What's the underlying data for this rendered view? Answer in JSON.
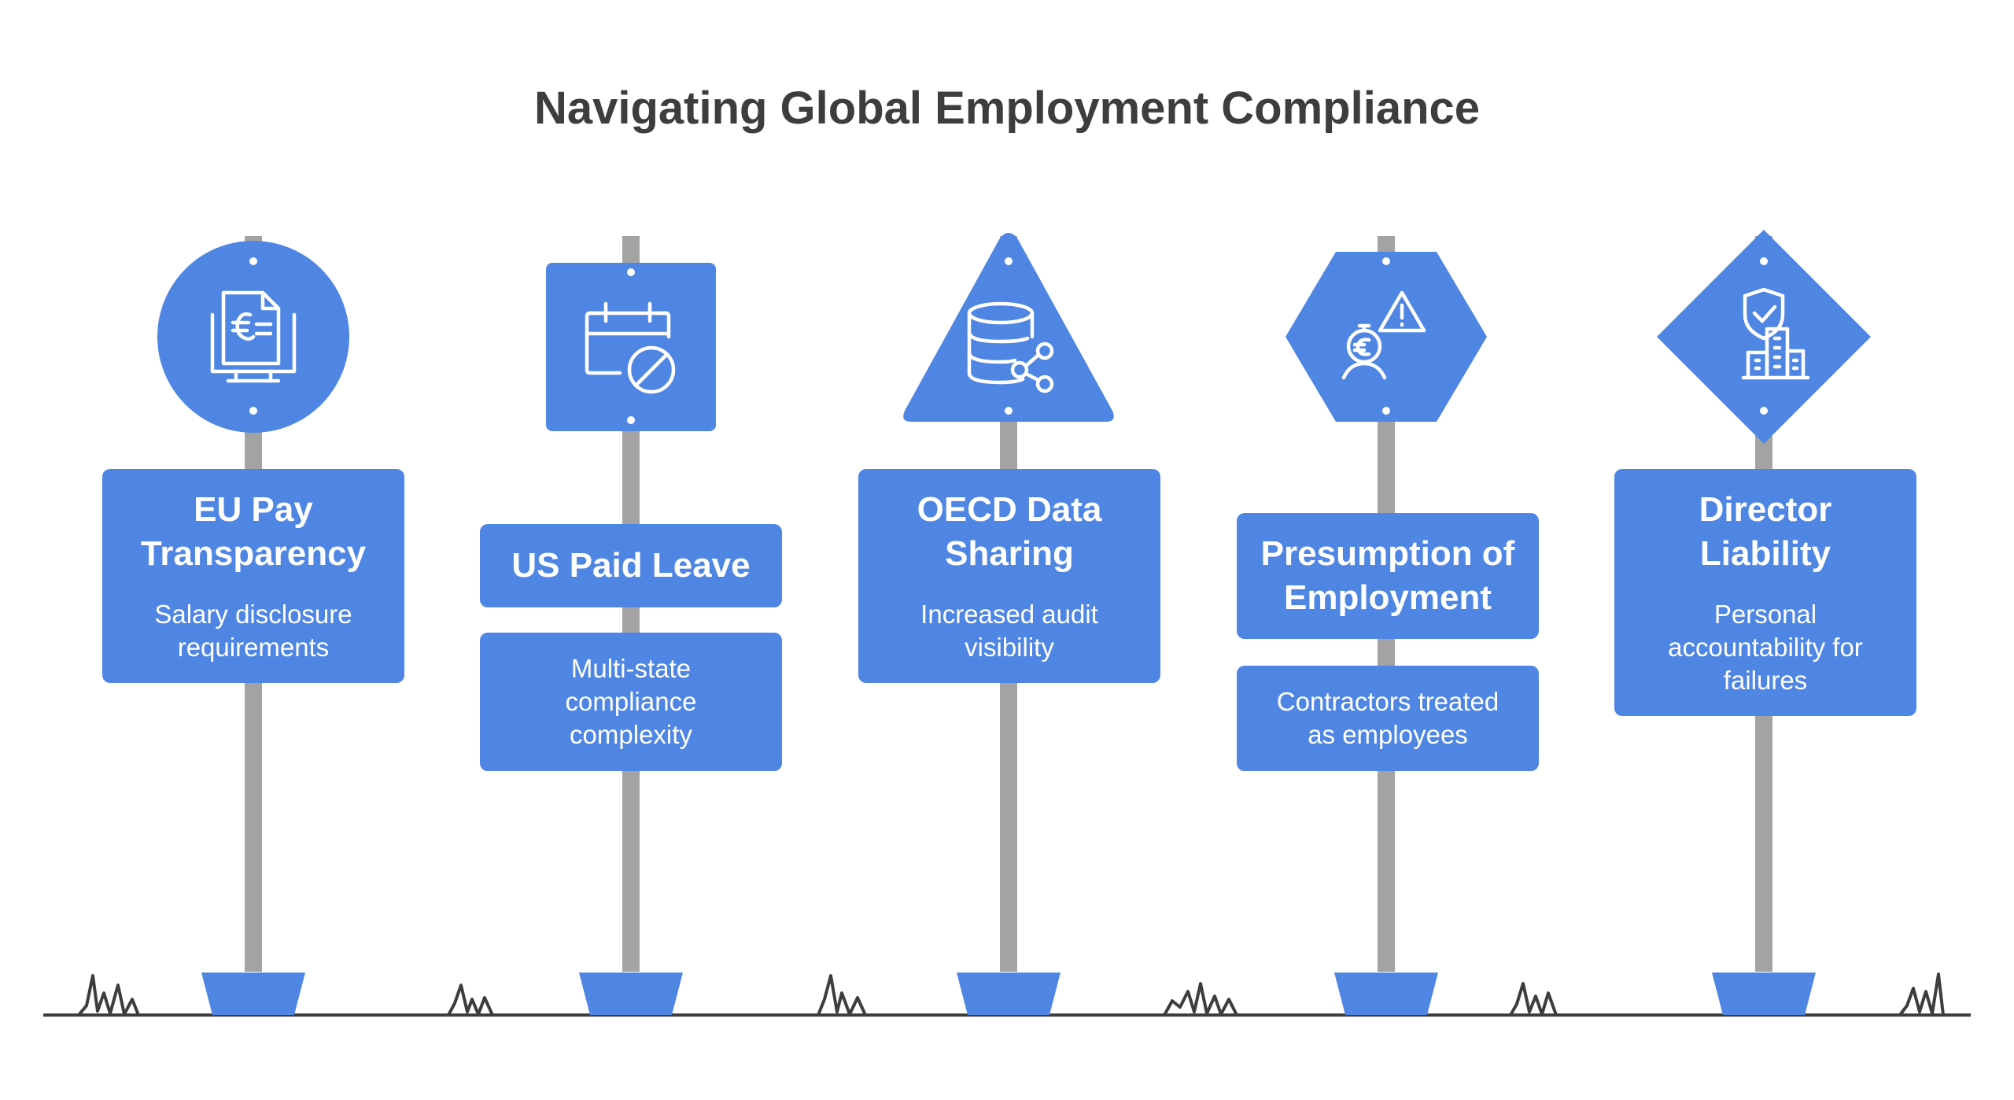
{
  "title": "Navigating Global Employment Compliance",
  "colors": {
    "sign": "#4f86e3",
    "pole": "#a3a3a3",
    "ground": "#3d3d3d",
    "title": "#3d3d3d"
  },
  "signs": [
    {
      "shape": "circle",
      "icon": "euro-invoice-monitor-icon",
      "heading": "EU Pay\nTransparency",
      "description": "Salary disclosure\nrequirements"
    },
    {
      "shape": "square",
      "icon": "calendar-blocked-icon",
      "heading": "US Paid Leave",
      "description": "Multi-state\ncompliance\ncomplexity"
    },
    {
      "shape": "triangle",
      "icon": "database-share-icon",
      "heading": "OECD Data\nSharing",
      "description": "Increased audit\nvisibility"
    },
    {
      "shape": "hexagon",
      "icon": "person-warning-icon",
      "heading": "Presumption of\nEmployment",
      "description": "Contractors treated\nas employees"
    },
    {
      "shape": "diamond",
      "icon": "shield-check-building-icon",
      "heading": "Director\nLiability",
      "description": "Personal\naccountability for\nfailures"
    }
  ]
}
